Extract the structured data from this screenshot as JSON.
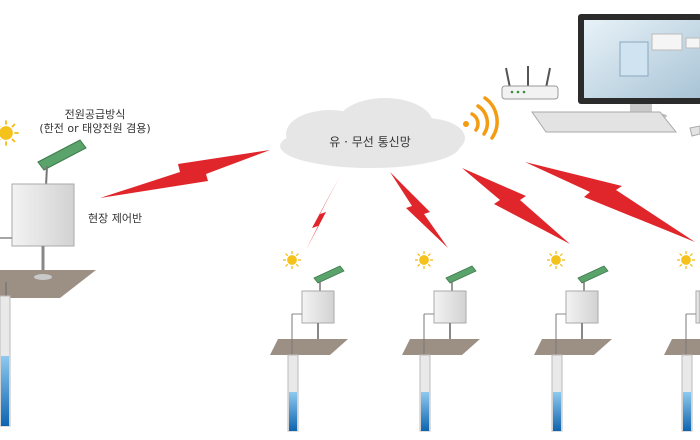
{
  "labels": {
    "power_line1": "전원공급방식",
    "power_line2": "(한전 or 태양전원 겸용)",
    "field_panel": "현장 제어반",
    "network": "유 · 무선 통신망"
  },
  "colors": {
    "lightning": "#e0262a",
    "cloud": "#e6e6e6",
    "well_water": "#1f7fc4",
    "ground": "#9c8f84",
    "solar_panel": "#5aa36a",
    "sun": "#f2b705",
    "wifi": "#f39c12"
  },
  "icons": [
    "sun-icon",
    "solar-panel-icon",
    "control-box-icon",
    "well-icon",
    "cloud-icon",
    "lightning-icon",
    "wifi-icon",
    "router-icon",
    "monitor-icon",
    "keyboard-icon"
  ]
}
